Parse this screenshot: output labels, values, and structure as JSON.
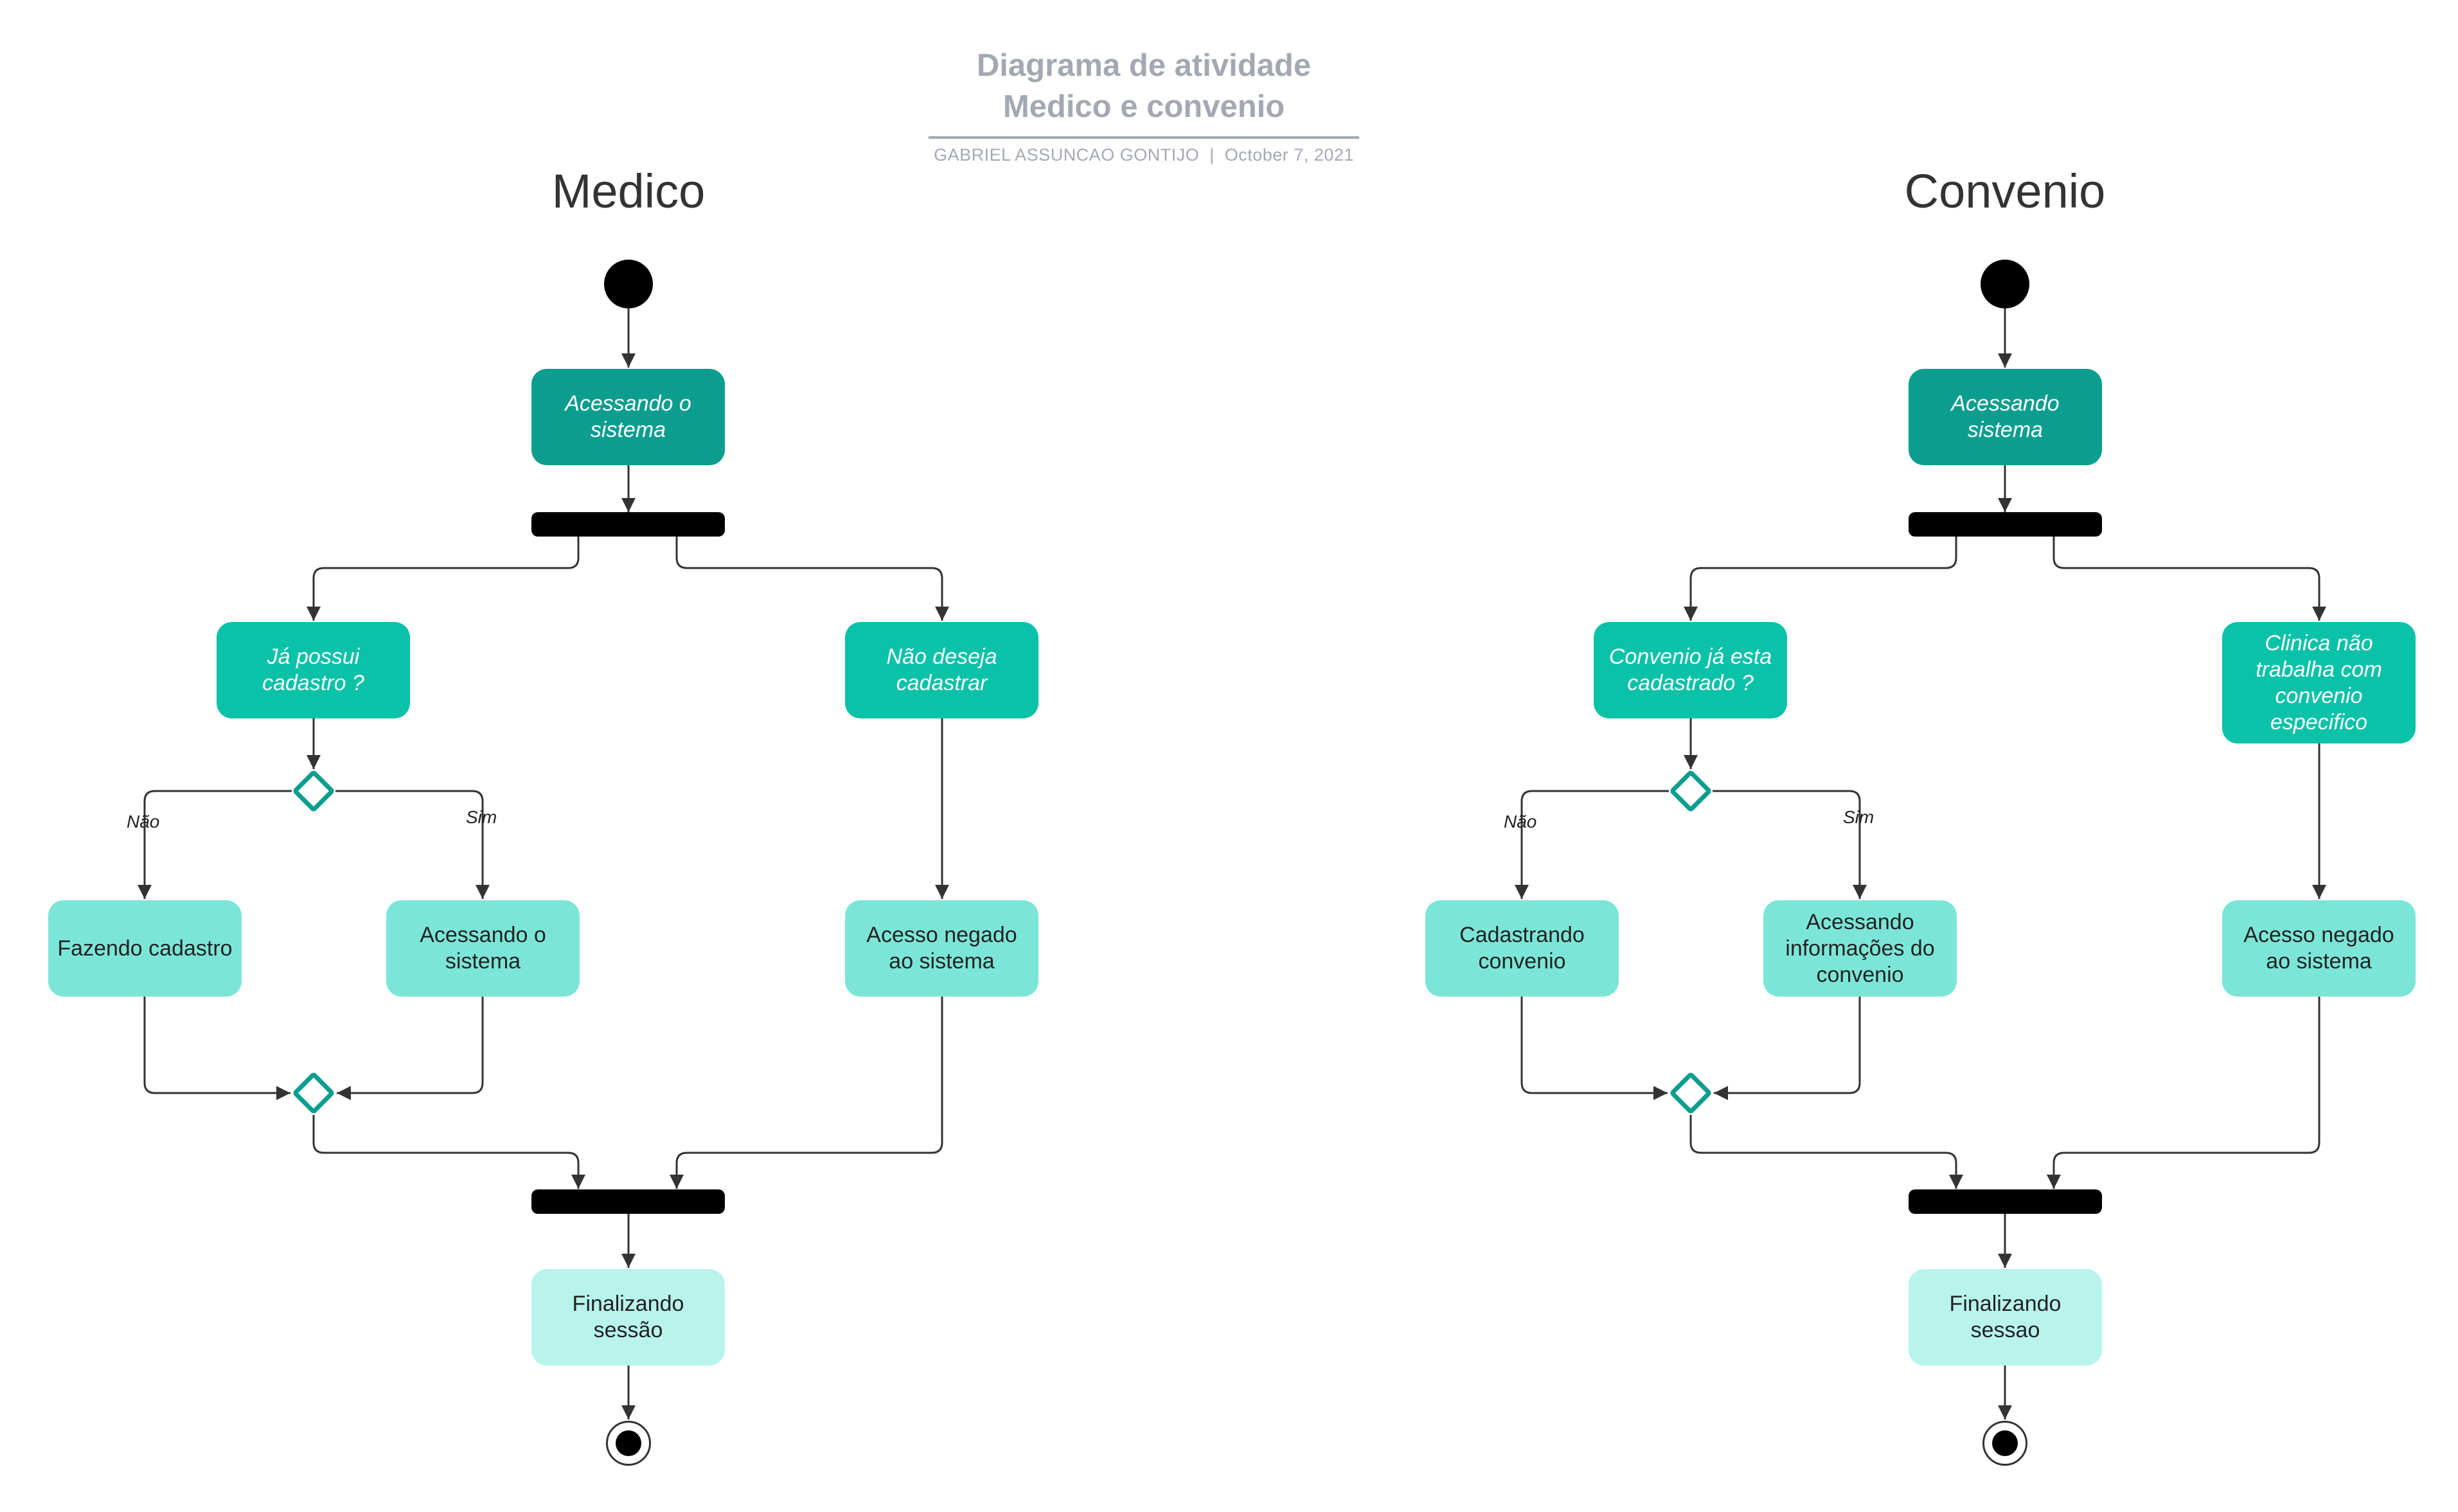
{
  "header": {
    "title_line1": "Diagrama de atividade",
    "title_line2": "Medico e convenio",
    "author": "GABRIEL ASSUNCAO GONTIJO",
    "separator": "|",
    "date": "October 7, 2021"
  },
  "medico": {
    "lane_title": "Medico",
    "step_access": "Acessando o sistema",
    "decision_q": "Já possui cadastro ?",
    "decline": "Não deseja cadastrar",
    "guard_no": "Não",
    "guard_yes": "Sim",
    "register": "Fazendo cadastro",
    "access_system": "Acessando o sistema",
    "denied": "Acesso negado ao sistema",
    "finish": "Finalizando sessão"
  },
  "convenio": {
    "lane_title": "Convenio",
    "step_access": "Acessando sistema",
    "decision_q": "Convenio já esta cadastrado ?",
    "decline": "Clinica não trabalha com convenio especifico",
    "guard_no": "Não",
    "guard_yes": "Sim",
    "register": "Cadastrando convenio",
    "access_info": "Acessando informações do convenio",
    "denied": "Acesso negado ao sistema",
    "finish": "Finalizando sessao"
  },
  "colors": {
    "action_dark": "#0b9e8f",
    "action_mid": "#09c2a8",
    "action_light": "#7be6d8",
    "action_pale": "#b8f4ec",
    "decision_stroke": "#0b9e8f",
    "title_gray": "#a3a9b2"
  }
}
